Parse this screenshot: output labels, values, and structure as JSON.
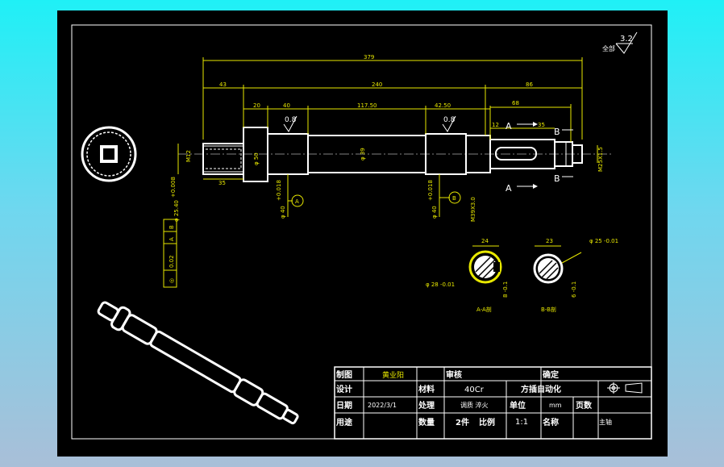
{
  "surface_note": {
    "label": "全部",
    "value": "3.2"
  },
  "dimensions": {
    "overall": "379",
    "left_step": "43",
    "middle": "240",
    "right_step": "86",
    "collar": "20",
    "seg_40": "40",
    "seg_117": "117.50",
    "seg_42": "42.50",
    "seg_68": "68",
    "seg_12": "12",
    "seg_35": "35",
    "bottom_35": "35",
    "rough_a": "0.8",
    "rough_b": "0.8",
    "thread_left": "M12",
    "thread_right": "M25X1.5",
    "dia_50": "φ 50",
    "dia_39": "φ 39",
    "dia_40a": "φ 40",
    "dia_40b": "φ 40",
    "dia_30": "M39X3.0",
    "dia_2540": "φ 25.40",
    "tol_a": "+0.018",
    "tol_b": "+0.018",
    "tol_c": "+0.008"
  },
  "datums": {
    "a": "A",
    "b": "B"
  },
  "section_marks": {
    "a_top": "A",
    "a_bottom": "A",
    "b_top": "B",
    "b_bottom": "B"
  },
  "tolerance_frame": {
    "symbol": "◎",
    "value": "0.02",
    "datum1": "A",
    "datum2": "B"
  },
  "sections": {
    "a": {
      "width": "24",
      "diameter": "φ 28 -0.01",
      "depth": "8 -0.1",
      "caption": "A-A剖"
    },
    "b": {
      "width": "23",
      "diameter": "φ 25 -0.01",
      "depth": "6 -0.1",
      "caption": "B-B剖"
    }
  },
  "title_block": {
    "drawn_label": "制图",
    "drawn_name": "黄业阳",
    "review_label": "审核",
    "approve_label": "确定",
    "design_label": "设计",
    "material_label": "材料",
    "material": "40Cr",
    "company": "方插自动化",
    "date_label": "日期",
    "date": "2022/3/1",
    "treatment_label": "处理",
    "treatment": "调质 淬火",
    "unit_label": "单位",
    "unit": "mm",
    "pages_label": "页数",
    "use_label": "用途",
    "qty_label": "数量",
    "qty": "2件",
    "scale_label": "比例",
    "scale": "1:1",
    "name_label": "名称",
    "name": "主轴"
  }
}
